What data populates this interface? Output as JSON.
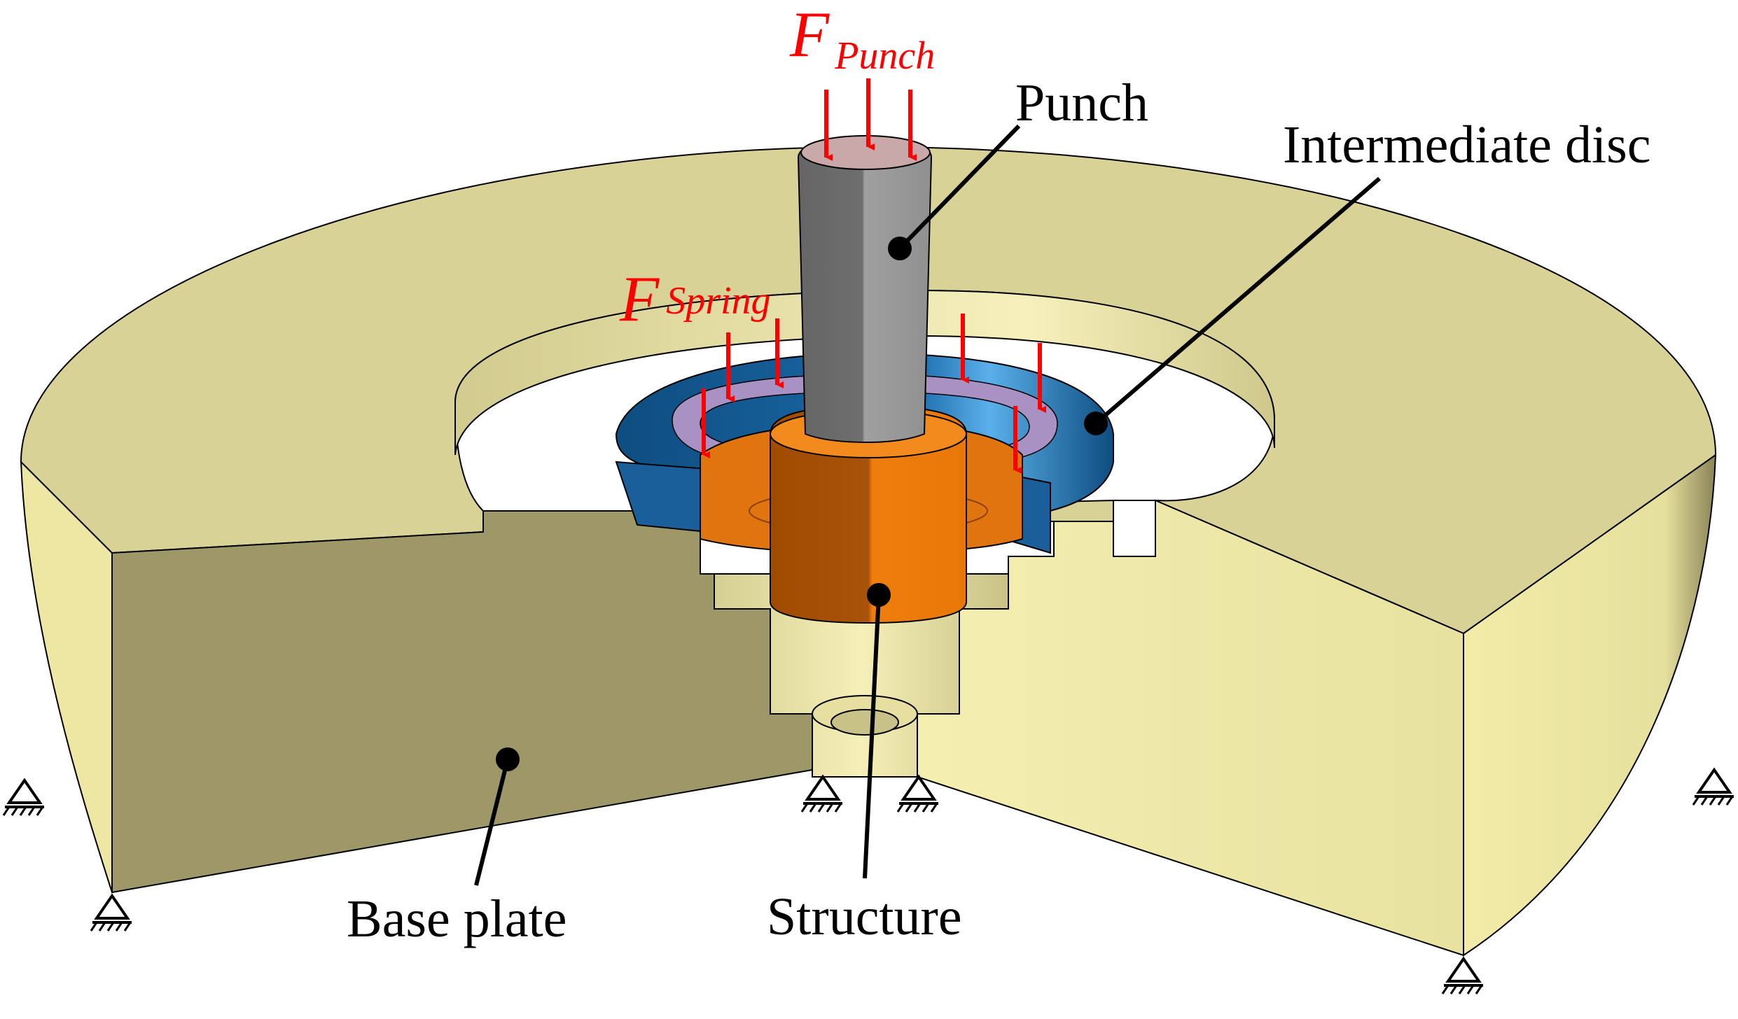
{
  "labels": {
    "punch": "Punch",
    "intermediate_disc": "Intermediate disc",
    "base_plate": "Base plate",
    "structure": "Structure"
  },
  "forces": {
    "punch": {
      "symbol": "F",
      "subscript": "Punch"
    },
    "spring": {
      "symbol": "F",
      "subscript": "Spring"
    }
  },
  "colors": {
    "base_plate_top": "#d9d296",
    "base_plate_side_dark": "#9e9868",
    "base_plate_side_light": "#eee7a3",
    "punch_dark": "#6b6b6b",
    "punch_light": "#9c9c9c",
    "punch_top": "#c8a8a8",
    "disc_dark": "#0e4d80",
    "disc_light": "#1d6fb0",
    "disc_ring": "#a892c4",
    "structure_dark": "#a44f00",
    "structure_light": "#f07e0e",
    "force_arrow": "#ff0000",
    "leader": "#000000"
  },
  "icons": {
    "support": "pinned-support-icon",
    "force": "force-arrow-icon",
    "leader_dot": "leader-dot-icon"
  }
}
